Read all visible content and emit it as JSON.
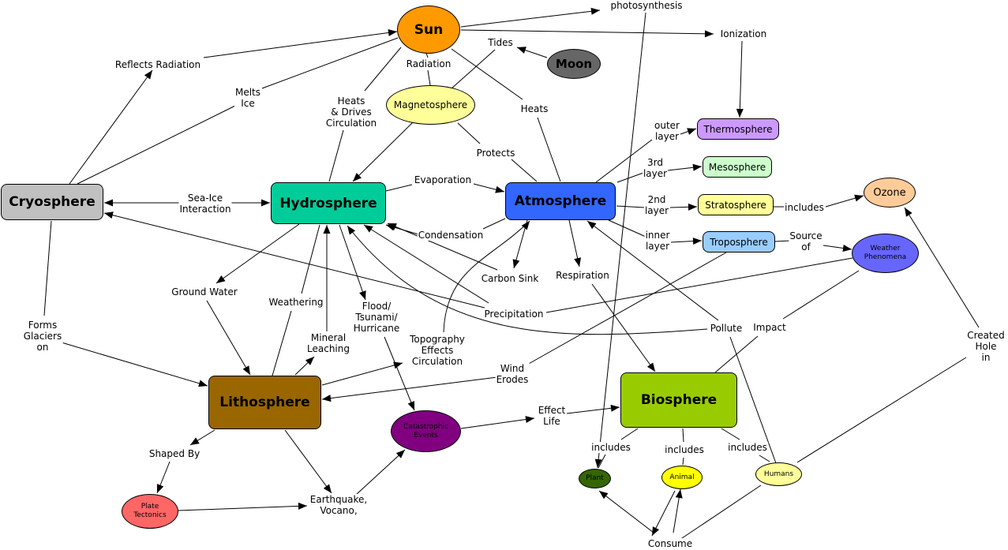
{
  "nodes": {
    "sun": "Sun",
    "moon": "Moon",
    "magnetosphere": "Magnetosphere",
    "thermosphere": "Thermosphere",
    "mesosphere": "Mesosphere",
    "stratosphere": "Stratosphere",
    "troposphere": "Troposphere",
    "ozone": "Ozone",
    "weather": "Weather Phenomena",
    "cryosphere": "Cryosphere",
    "hydrosphere": "Hydrosphere",
    "atmosphere": "Atmosphere",
    "lithosphere": "Lithosphere",
    "biosphere": "Biosphere",
    "catastrophic": "Catastrophic Events",
    "plant": "Plant",
    "animal": "Animal",
    "humans": "Humans",
    "plate": "Plate Tectonics"
  },
  "labels": {
    "photosynthesis": "photosynthesis",
    "ionization": "Ionization",
    "tides": "Tides",
    "radiation": "Radiation",
    "reflects": "Reflects Radiation",
    "melts": "Melts\nIce",
    "heats_drives": "Heats\n& Drives\nCirculation",
    "heats": "Heats",
    "protects": "Protects",
    "outer": "outer\nlayer",
    "third": "3rd\nlayer",
    "second": "2nd\nlayer",
    "inner": "inner\nlayer",
    "includes_ozone": "includes",
    "source_of": "Source\nof",
    "evaporation": "Evaporation",
    "condensation": "Condensation",
    "sea_ice": "Sea-Ice\nInteraction",
    "carbon_sink": "Carbon Sink",
    "respiration": "Respiration",
    "ground_water": "Ground Water",
    "weathering": "Weathering",
    "mineral": "Mineral\nLeaching",
    "flood": "Flood/\nTsunami/\nHurricane",
    "topography": "Topography\nEffects\nCirculation",
    "precipitation": "Precipitation",
    "pollute": "Pollute",
    "impact": "Impact",
    "created_hole": "Created\nHole\nin",
    "forms_glaciers": "Forms\nGlaciers\non",
    "wind_erodes": "Wind\nErodes",
    "effect_life": "Effect\nLife",
    "shaped_by": "Shaped By",
    "earthquake": "Earthquake,\nVocano,",
    "includes_plant": "includes",
    "includes_animal": "includes",
    "includes_humans": "includes",
    "consume": "Consume"
  }
}
